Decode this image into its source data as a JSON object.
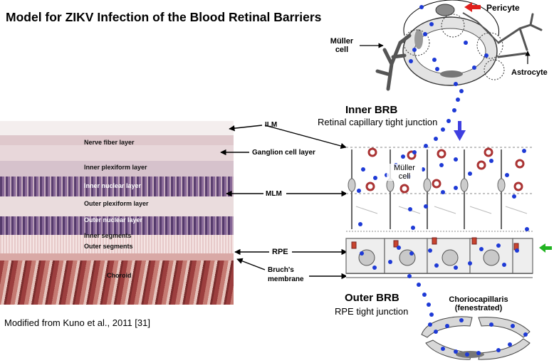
{
  "title": "Model for ZIKV Infection of the Blood Retinal Barriers",
  "citation": "Modified from Kuno et al., 2011 [31]",
  "histology_layers": [
    "Nerve fiber layer",
    "Inner plexiform layer",
    "Inner nuclear layer",
    "Outer plexiform layer",
    "Outer nuclear layer",
    "Inner segments",
    "Outer segments",
    "Choroid"
  ],
  "pointer_labels": {
    "ilm": "ILM",
    "ganglion": "Ganglion cell layer",
    "mlm": "MLM",
    "rpe": "RPE",
    "bruchs_1": "Bruch's",
    "bruchs_2": "membrane"
  },
  "top_diagram": {
    "pericyte": "Pericyte",
    "muller_1": "Müller",
    "muller_2": "cell",
    "astrocyte": "Astrocyte"
  },
  "inner_brb": {
    "title": "Inner BRB",
    "subtitle": "Retinal capillary tight junction"
  },
  "retina_diagram": {
    "muller_1": "Müller",
    "muller_2": "cell"
  },
  "outer_brb": {
    "title": "Outer BRB",
    "subtitle": "RPE tight junction"
  },
  "choriocapillaris": {
    "line1": "Choriocapillaris",
    "line2": "(fenestrated)"
  },
  "colors": {
    "virus": "#1e3ad6",
    "blue_arrow": "#3f3fe0",
    "red_arrow": "#e0201c",
    "green_arrow": "#22b422",
    "histology_light": "#e9d5d6",
    "histology_nuclear": "#6b4f7f",
    "choroid": "#a54a4a"
  }
}
